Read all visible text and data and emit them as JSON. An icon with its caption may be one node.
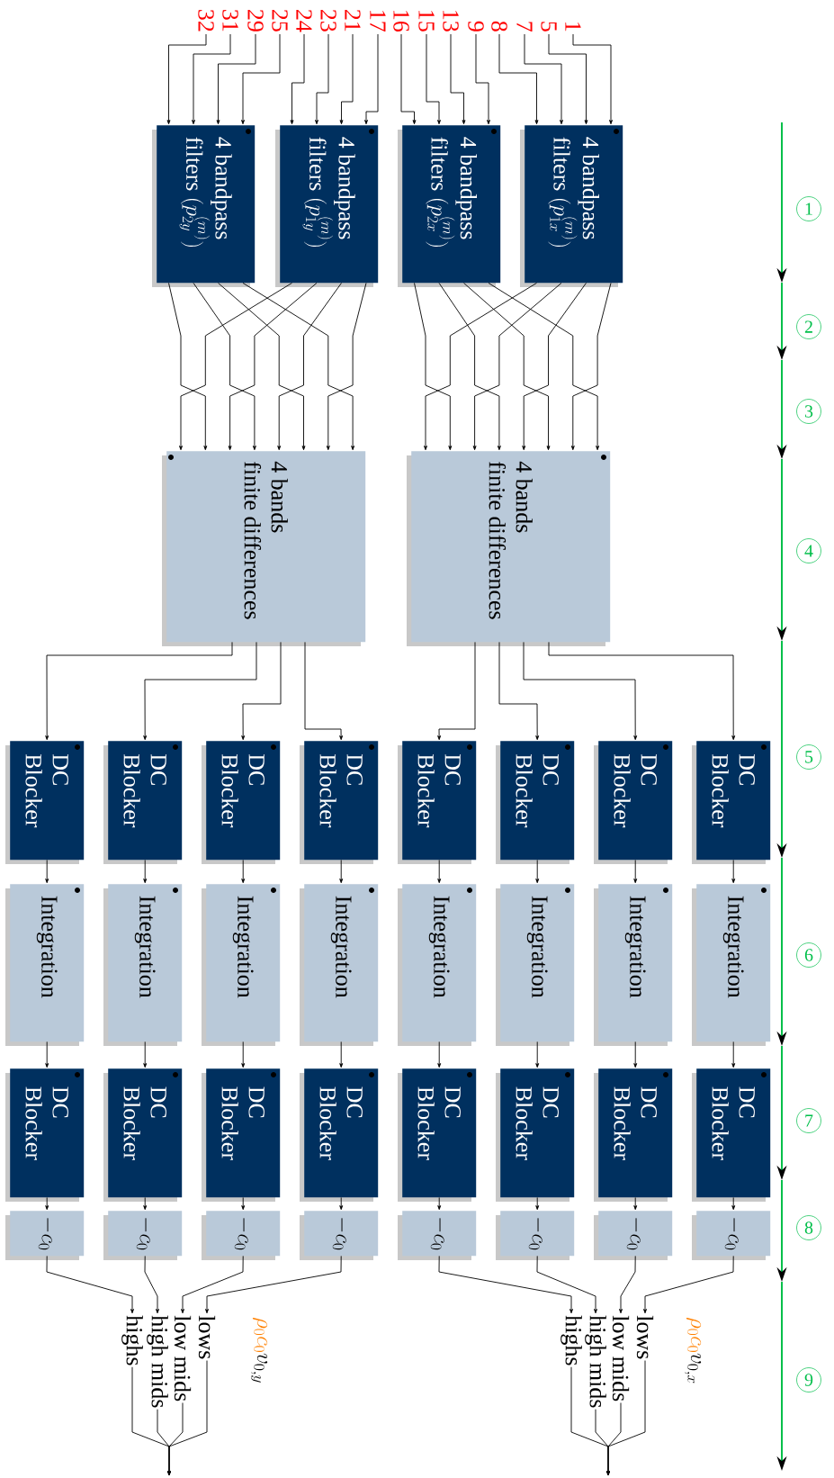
{
  "diagram": {
    "nodes": [
      {
        "text": [
          "32"
        ]
      },
      {
        "text": [
          "31"
        ]
      },
      {
        "text": [
          "29"
        ]
      },
      {
        "text": [
          "25"
        ]
      },
      {
        "text": [
          "24"
        ]
      },
      {
        "text": [
          "23"
        ]
      },
      {
        "text": [
          "21"
        ]
      },
      {
        "text": [
          "17"
        ]
      },
      {
        "text": [
          "16"
        ]
      },
      {
        "text": [
          "15"
        ]
      },
      {
        "text": [
          "13"
        ]
      },
      {
        "text": [
          "9"
        ]
      },
      {
        "text": [
          "8"
        ]
      },
      {
        "text": [
          "7"
        ]
      },
      {
        "text": [
          "5"
        ]
      },
      {
        "text": [
          "1"
        ]
      },
      {
        "text": [
          "4 bandpass filters",
          "(p_{2y}^{(m)})"
        ]
      },
      {
        "text": [
          "4 bandpass filters",
          "(p_{1y}^{(m)})"
        ]
      },
      {
        "text": [
          "4 bandpass filters",
          "(p_{2x}^{(m)})"
        ]
      },
      {
        "text": [
          "4 bandpass filters",
          "(p_{1x}^{(m)})"
        ]
      },
      {
        "text": [
          "4 bands",
          "finite differences"
        ]
      },
      {
        "text": [
          "4 bands",
          "finite differences"
        ]
      },
      {
        "text": [
          "DC Blocker"
        ]
      },
      {
        "text": [
          "DC Blocker"
        ]
      },
      {
        "text": [
          "DC Blocker"
        ]
      },
      {
        "text": [
          "DC Blocker"
        ]
      },
      {
        "text": [
          "DC Blocker"
        ]
      },
      {
        "text": [
          "DC Blocker"
        ]
      },
      {
        "text": [
          "DC Blocker"
        ]
      },
      {
        "text": [
          "DC Blocker"
        ]
      },
      {
        "text": [
          "Integration"
        ]
      },
      {
        "text": [
          "Integration"
        ]
      },
      {
        "text": [
          "Integration"
        ]
      },
      {
        "text": [
          "Integration"
        ]
      },
      {
        "text": [
          "Integration"
        ]
      },
      {
        "text": [
          "Integration"
        ]
      },
      {
        "text": [
          "Integration"
        ]
      },
      {
        "text": [
          "Integration"
        ]
      },
      {
        "text": [
          "DC Blocker"
        ]
      },
      {
        "text": [
          "DC Blocker"
        ]
      },
      {
        "text": [
          "DC Blocker"
        ]
      },
      {
        "text": [
          "DC Blocker"
        ]
      },
      {
        "text": [
          "DC Blocker"
        ]
      },
      {
        "text": [
          "DC Blocker"
        ]
      },
      {
        "text": [
          "DC Blocker"
        ]
      },
      {
        "text": [
          "DC Blocker"
        ]
      },
      {
        "text": [
          "-c_0"
        ]
      },
      {
        "text": [
          "-c_0"
        ]
      },
      {
        "text": [
          "-c_0"
        ]
      },
      {
        "text": [
          "-c_0"
        ]
      },
      {
        "text": [
          "-c_0"
        ]
      },
      {
        "text": [
          "-c_0"
        ]
      },
      {
        "text": [
          "-c_0"
        ]
      },
      {
        "text": [
          "-c_0"
        ]
      },
      {
        "text": [
          "highs"
        ]
      },
      {
        "text": [
          "high mids"
        ]
      },
      {
        "text": [
          "low mids"
        ]
      },
      {
        "text": [
          "lows"
        ]
      },
      {
        "text": [
          "highs"
        ]
      },
      {
        "text": [
          "high mids"
        ]
      },
      {
        "text": [
          "low mids"
        ]
      },
      {
        "text": [
          "lows"
        ]
      },
      {
        "text": [
          "1"
        ]
      },
      {
        "text": [
          "2"
        ]
      },
      {
        "text": [
          "3"
        ]
      },
      {
        "text": [
          "4"
        ]
      },
      {
        "text": [
          "5"
        ]
      },
      {
        "text": [
          "6"
        ]
      },
      {
        "text": [
          "7"
        ]
      },
      {
        "text": [
          "8"
        ]
      },
      {
        "text": [
          "9"
        ]
      }
    ],
    "edges": [
      {
        "from": 0,
        "to": 16,
        "arrow": "to"
      },
      {
        "from": 1,
        "to": 16,
        "arrow": "to"
      },
      {
        "from": 2,
        "to": 16,
        "arrow": "to"
      },
      {
        "from": 3,
        "to": 16,
        "arrow": "to"
      },
      {
        "from": 4,
        "to": 17,
        "arrow": "to"
      },
      {
        "from": 5,
        "to": 17,
        "arrow": "to"
      },
      {
        "from": 6,
        "to": 17,
        "arrow": "to"
      },
      {
        "from": 7,
        "to": 17,
        "arrow": "to"
      },
      {
        "from": 8,
        "to": 18,
        "arrow": "to"
      },
      {
        "from": 9,
        "to": 18,
        "arrow": "to"
      },
      {
        "from": 10,
        "to": 18,
        "arrow": "to"
      },
      {
        "from": 11,
        "to": 18,
        "arrow": "to"
      },
      {
        "from": 12,
        "to": 19,
        "arrow": "to"
      },
      {
        "from": 13,
        "to": 19,
        "arrow": "to"
      },
      {
        "from": 14,
        "to": 19,
        "arrow": "to"
      },
      {
        "from": 15,
        "to": 19,
        "arrow": "to"
      },
      {
        "from": 16,
        "to": 20,
        "arrow": "to"
      },
      {
        "from": 16,
        "to": 20,
        "arrow": "to"
      },
      {
        "from": 16,
        "to": 20,
        "arrow": "to"
      },
      {
        "from": 16,
        "to": 20,
        "arrow": "to"
      },
      {
        "from": 17,
        "to": 20,
        "arrow": "to"
      },
      {
        "from": 17,
        "to": 20,
        "arrow": "to"
      },
      {
        "from": 17,
        "to": 20,
        "arrow": "to"
      },
      {
        "from": 17,
        "to": 20,
        "arrow": "to"
      },
      {
        "from": 18,
        "to": 21,
        "arrow": "to"
      },
      {
        "from": 18,
        "to": 21,
        "arrow": "to"
      },
      {
        "from": 18,
        "to": 21,
        "arrow": "to"
      },
      {
        "from": 18,
        "to": 21,
        "arrow": "to"
      },
      {
        "from": 19,
        "to": 21,
        "arrow": "to"
      },
      {
        "from": 19,
        "to": 21,
        "arrow": "to"
      },
      {
        "from": 19,
        "to": 21,
        "arrow": "to"
      },
      {
        "from": 19,
        "to": 21,
        "arrow": "to"
      },
      {
        "from": 20,
        "to": 22,
        "arrow": "to"
      },
      {
        "from": 20,
        "to": 23,
        "arrow": "to"
      },
      {
        "from": 20,
        "to": 24,
        "arrow": "to"
      },
      {
        "from": 20,
        "to": 25,
        "arrow": "to"
      },
      {
        "from": 21,
        "to": 26,
        "arrow": "to"
      },
      {
        "from": 21,
        "to": 27,
        "arrow": "to"
      },
      {
        "from": 21,
        "to": 28,
        "arrow": "to"
      },
      {
        "from": 21,
        "to": 29,
        "arrow": "to"
      },
      {
        "from": 22,
        "to": 30,
        "arrow": "to"
      },
      {
        "from": 23,
        "to": 31,
        "arrow": "to"
      },
      {
        "from": 24,
        "to": 32,
        "arrow": "to"
      },
      {
        "from": 25,
        "to": 33,
        "arrow": "to"
      },
      {
        "from": 26,
        "to": 34,
        "arrow": "to"
      },
      {
        "from": 27,
        "to": 35,
        "arrow": "to"
      },
      {
        "from": 28,
        "to": 36,
        "arrow": "to"
      },
      {
        "from": 29,
        "to": 37,
        "arrow": "to"
      },
      {
        "from": 30,
        "to": 38,
        "arrow": "to"
      },
      {
        "from": 31,
        "to": 39,
        "arrow": "to"
      },
      {
        "from": 32,
        "to": 40,
        "arrow": "to"
      },
      {
        "from": 33,
        "to": 41,
        "arrow": "to"
      },
      {
        "from": 34,
        "to": 42,
        "arrow": "to"
      },
      {
        "from": 35,
        "to": 43,
        "arrow": "to"
      },
      {
        "from": 36,
        "to": 44,
        "arrow": "to"
      },
      {
        "from": 37,
        "to": 45,
        "arrow": "to"
      },
      {
        "from": 38,
        "to": 46,
        "arrow": "to"
      },
      {
        "from": 39,
        "to": 47,
        "arrow": "to"
      },
      {
        "from": 40,
        "to": 48,
        "arrow": "to"
      },
      {
        "from": 41,
        "to": 49,
        "arrow": "to"
      },
      {
        "from": 42,
        "to": 50,
        "arrow": "to"
      },
      {
        "from": 43,
        "to": 51,
        "arrow": "to"
      },
      {
        "from": 44,
        "to": 52,
        "arrow": "to"
      },
      {
        "from": 45,
        "to": 53,
        "arrow": "to"
      },
      {
        "from": 46,
        "to": 54,
        "arrow": "to"
      },
      {
        "from": 47,
        "to": 55,
        "arrow": "to"
      },
      {
        "from": 48,
        "to": 56,
        "arrow": "to"
      },
      {
        "from": 49,
        "to": 57,
        "arrow": "to"
      },
      {
        "from": 50,
        "to": 58,
        "arrow": "to"
      },
      {
        "from": 51,
        "to": 59,
        "arrow": "to"
      },
      {
        "from": 52,
        "to": 60,
        "arrow": "to"
      },
      {
        "from": 53,
        "to": 61,
        "arrow": "to"
      },
      {
        "from": 54,
        "to": null,
        "arrow": "to"
      },
      {
        "from": 55,
        "to": null,
        "arrow": "to"
      },
      {
        "from": 56,
        "to": null,
        "arrow": "to"
      },
      {
        "from": 57,
        "to": null,
        "arrow": "to"
      },
      {
        "from": 58,
        "to": null,
        "arrow": "to"
      },
      {
        "from": 59,
        "to": null,
        "arrow": "to"
      },
      {
        "from": 60,
        "to": null,
        "arrow": "to"
      },
      {
        "from": 61,
        "to": null,
        "arrow": "to"
      }
    ],
    "labels": [
      "\\rho_0 c_0",
      "v_{0,y}",
      "\\rho_0 c_0",
      "v_{0,x}"
    ]
  }
}
